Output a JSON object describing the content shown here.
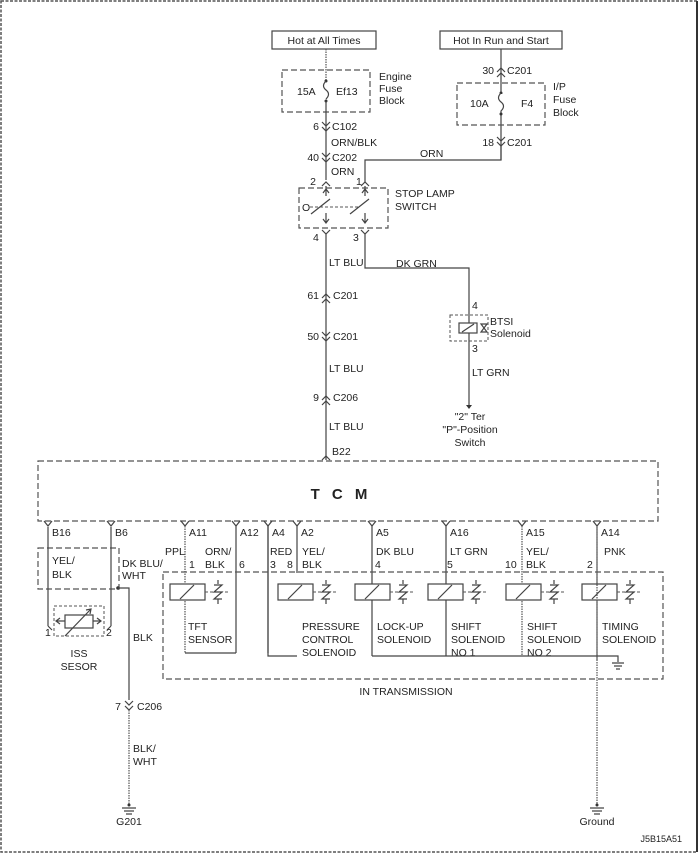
{
  "diagram": {
    "code": "J5B15A51",
    "power_sources": {
      "hot_all_times": "Hot at All Times",
      "hot_run_start": "Hot In Run and Start"
    },
    "fuses": {
      "engine": {
        "rating": "15A",
        "id": "Ef13",
        "label_lines": [
          "Engine",
          "Fuse",
          "Block"
        ]
      },
      "ip": {
        "rating": "10A",
        "id": "F4",
        "label_lines": [
          "I/P",
          "Fuse",
          "Block"
        ]
      }
    },
    "connectors": {
      "c102": {
        "pin": "6",
        "name": "C102"
      },
      "c202": {
        "pin": "40",
        "name": "C202"
      },
      "c201_top": {
        "pin": "30",
        "name": "C201"
      },
      "c201_ip": {
        "pin": "18",
        "name": "C201"
      },
      "c201_61": {
        "pin": "61",
        "name": "C201"
      },
      "c201_50": {
        "pin": "50",
        "name": "C201"
      },
      "c206_9": {
        "pin": "9",
        "name": "C206"
      },
      "c206_7": {
        "pin": "7",
        "name": "C206"
      }
    },
    "wires": {
      "orn_blk": "ORN/BLK",
      "orn_a": "ORN",
      "orn_b": "ORN",
      "lt_blu_1": "LT BLU",
      "dk_grn": "DK GRN",
      "lt_blu_2": "LT BLU",
      "lt_blu_3": "LT BLU",
      "lt_grn": "LT GRN",
      "blk": "BLK",
      "blk_wht_1": "BLK/",
      "blk_wht_2": "WHT"
    },
    "stop_lamp_switch": {
      "label_lines": [
        "STOP LAMP",
        "SWITCH"
      ],
      "pins": {
        "p1": "1",
        "p2": "2",
        "p3": "3",
        "p4": "4"
      },
      "o_mark": "O"
    },
    "btsi": {
      "label_lines": [
        "BTSI",
        "Solenoid"
      ],
      "pin_top": "4",
      "pin_bottom": "3",
      "dest_lines": [
        "\"2\" Ter",
        "\"P\"-Position",
        "Switch"
      ]
    },
    "tcm": {
      "label": "T C M",
      "input_pin": "B22",
      "pins": [
        {
          "id": "B16",
          "wire_lines": [
            "YEL/",
            "BLK"
          ],
          "num": ""
        },
        {
          "id": "B6",
          "wire_lines": [
            "DK BLU/",
            "WHT"
          ],
          "num": ""
        },
        {
          "id": "A11",
          "wire_lines": [
            "PPL"
          ],
          "num": "1"
        },
        {
          "id": "A12",
          "wire_lines": [
            "ORN/",
            "BLK"
          ],
          "num": "6"
        },
        {
          "id": "A4",
          "wire_lines": [
            "RED"
          ],
          "num": "3"
        },
        {
          "id": "A2",
          "wire_lines": [
            "YEL/",
            "BLK"
          ],
          "num": "8"
        },
        {
          "id": "A5",
          "wire_lines": [
            "DK BLU"
          ],
          "num": "4"
        },
        {
          "id": "A16",
          "wire_lines": [
            "LT GRN"
          ],
          "num": "5"
        },
        {
          "id": "A15",
          "wire_lines": [
            "YEL/",
            "BLK"
          ],
          "num": "10"
        },
        {
          "id": "A14",
          "wire_lines": [
            "PNK"
          ],
          "num": "2"
        }
      ]
    },
    "iss_sensor": {
      "label_lines": [
        "ISS",
        "SESOR"
      ],
      "pin_left": "1",
      "pin_right": "2"
    },
    "transmission": {
      "label": "IN TRANSMISSION",
      "components": [
        {
          "name": "tft-sensor",
          "label_lines": [
            "TFT",
            "SENSOR"
          ]
        },
        {
          "name": "pressure-control-solenoid",
          "label_lines": [
            "PRESSURE",
            "CONTROL",
            "SOLENOID"
          ]
        },
        {
          "name": "lock-up-solenoid",
          "label_lines": [
            "LOCK-UP",
            "SOLENOID"
          ]
        },
        {
          "name": "shift-solenoid-1",
          "label_lines": [
            "SHIFT",
            "SOLENOID",
            "NO 1"
          ]
        },
        {
          "name": "shift-solenoid-2",
          "label_lines": [
            "SHIFT",
            "SOLENOID",
            "NO 2"
          ]
        },
        {
          "name": "timing-solenoid",
          "label_lines": [
            "TIMING",
            "SOLENOID"
          ]
        }
      ]
    },
    "grounds": {
      "g201": "G201",
      "ground": "Ground"
    }
  }
}
